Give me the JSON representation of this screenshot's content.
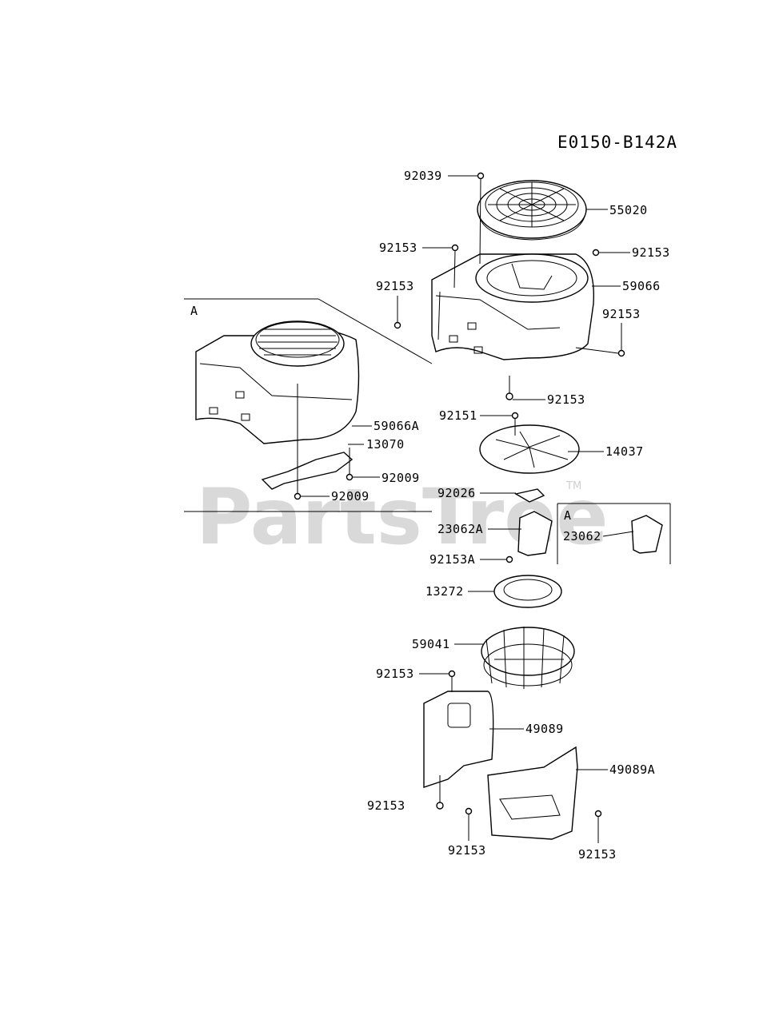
{
  "diagram_code": "E0150-B142A",
  "watermark": "PartsTree",
  "trademark": "TM",
  "section_marks": [
    "A",
    "A"
  ],
  "labels": {
    "p92039": "92039",
    "p55020": "55020",
    "p92153_a": "92153",
    "p92153_b": "92153",
    "p92153_c": "92153",
    "p59066": "59066",
    "p92153_d": "92153",
    "p92153_e": "92153",
    "p59066A": "59066A",
    "p13070": "13070",
    "p92009_a": "92009",
    "p92009_b": "92009",
    "p92151": "92151",
    "p14037": "14037",
    "p92026": "92026",
    "p23062A": "23062A",
    "p23062": "23062",
    "p92153A": "92153A",
    "p13272": "13272",
    "p59041": "59041",
    "p92153_f": "92153",
    "p49089": "49089",
    "p49089A": "49089A",
    "p92153_g": "92153",
    "p92153_h": "92153",
    "p92153_i": "92153"
  }
}
